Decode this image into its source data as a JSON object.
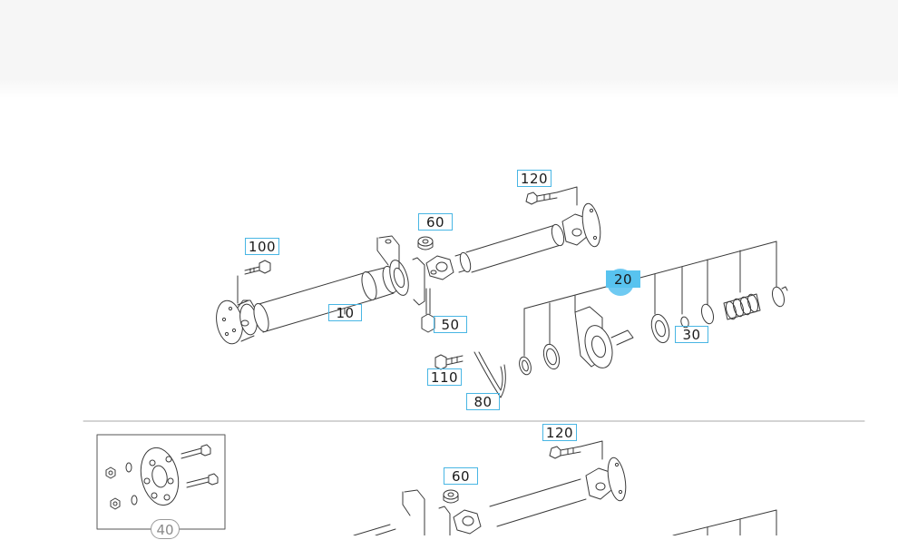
{
  "diagram": {
    "upper_labels": [
      {
        "id": "120-top",
        "text": "120"
      },
      {
        "id": "60-top",
        "text": "60"
      },
      {
        "id": "100",
        "text": "100"
      },
      {
        "id": "20",
        "text": "20",
        "selected": true
      },
      {
        "id": "10",
        "text": "10"
      },
      {
        "id": "50",
        "text": "50"
      },
      {
        "id": "30",
        "text": "30"
      },
      {
        "id": "110",
        "text": "110"
      },
      {
        "id": "80",
        "text": "80"
      }
    ],
    "lower_labels": [
      {
        "id": "120-bottom",
        "text": "120"
      },
      {
        "id": "60-bottom",
        "text": "60"
      }
    ],
    "inset": {
      "label": "40"
    }
  },
  "colors": {
    "highlight": "#58c3ef",
    "label_border": "#49b6e4",
    "line_art": "#3a3a3a",
    "divider": "#a8a8a8"
  }
}
